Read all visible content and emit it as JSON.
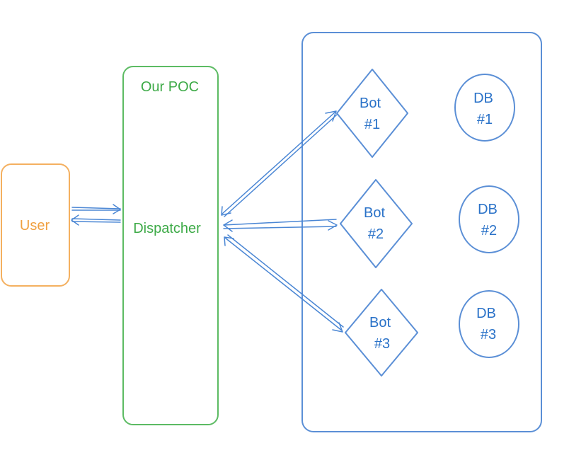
{
  "user": {
    "label": "User",
    "color": "#f0a040"
  },
  "poc": {
    "title": "Our POC",
    "dispatcher": "Dispatcher",
    "color": "#3daa47"
  },
  "cluster": {
    "color": "#5b8fd6"
  },
  "bots": [
    {
      "line1": "Bot",
      "line2": "#1"
    },
    {
      "line1": "Bot",
      "line2": "#2"
    },
    {
      "line1": "Bot",
      "line2": "#3"
    }
  ],
  "dbs": [
    {
      "line1": "DB",
      "line2": "#1"
    },
    {
      "line1": "DB",
      "line2": "#2"
    },
    {
      "line1": "DB",
      "line2": "#3"
    }
  ]
}
